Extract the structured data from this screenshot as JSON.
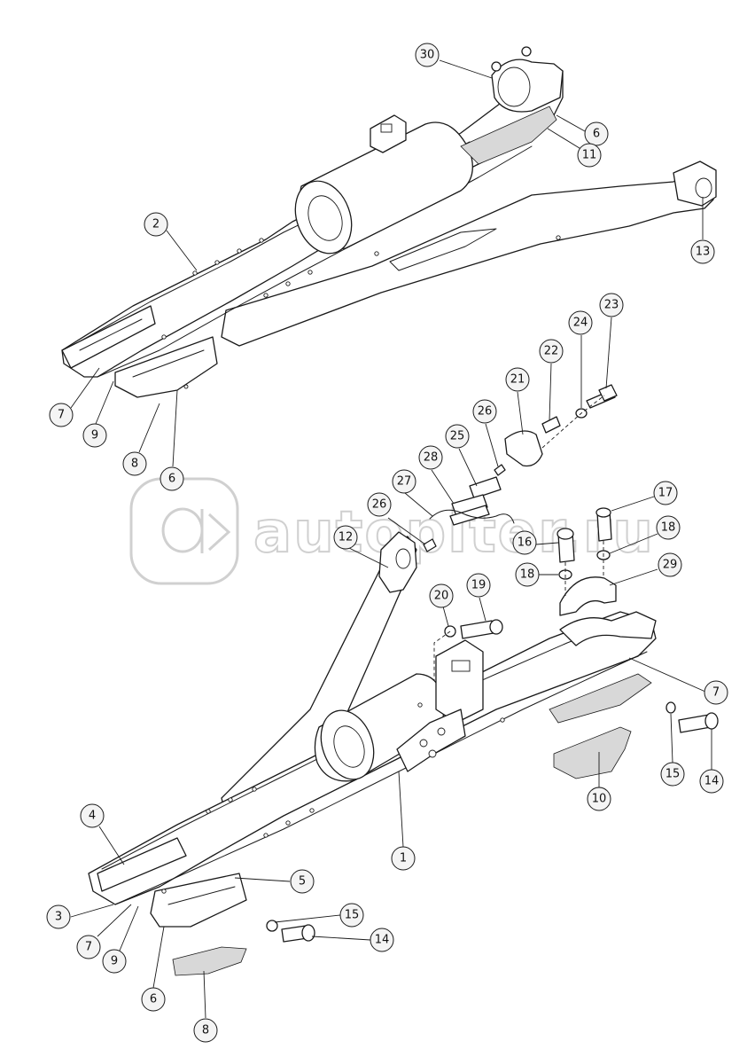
{
  "watermark": {
    "text": "autopiter.ru",
    "logo_mark": "a>"
  },
  "callouts_upper": [
    {
      "id": "30",
      "label": "30"
    },
    {
      "id": "6a",
      "label": "6"
    },
    {
      "id": "11",
      "label": "11"
    },
    {
      "id": "2",
      "label": "2"
    },
    {
      "id": "13",
      "label": "13"
    },
    {
      "id": "7a",
      "label": "7"
    },
    {
      "id": "9a",
      "label": "9"
    },
    {
      "id": "8a",
      "label": "8"
    },
    {
      "id": "6b",
      "label": "6"
    }
  ],
  "callouts_hardware": [
    {
      "id": "23",
      "label": "23"
    },
    {
      "id": "24",
      "label": "24"
    },
    {
      "id": "22",
      "label": "22"
    },
    {
      "id": "21",
      "label": "21"
    },
    {
      "id": "26a",
      "label": "26"
    },
    {
      "id": "25",
      "label": "25"
    },
    {
      "id": "28",
      "label": "28"
    },
    {
      "id": "27",
      "label": "27"
    },
    {
      "id": "26b",
      "label": "26"
    },
    {
      "id": "17",
      "label": "17"
    },
    {
      "id": "16",
      "label": "16"
    },
    {
      "id": "18a",
      "label": "18"
    },
    {
      "id": "18b",
      "label": "18"
    },
    {
      "id": "29",
      "label": "29"
    },
    {
      "id": "12",
      "label": "12"
    },
    {
      "id": "19",
      "label": "19"
    },
    {
      "id": "20",
      "label": "20"
    }
  ],
  "callouts_lower": [
    {
      "id": "7b",
      "label": "7"
    },
    {
      "id": "15a",
      "label": "15"
    },
    {
      "id": "14a",
      "label": "14"
    },
    {
      "id": "10",
      "label": "10"
    },
    {
      "id": "1",
      "label": "1"
    },
    {
      "id": "4",
      "label": "4"
    },
    {
      "id": "5",
      "label": "5"
    },
    {
      "id": "3",
      "label": "3"
    },
    {
      "id": "15b",
      "label": "15"
    },
    {
      "id": "7c",
      "label": "7"
    },
    {
      "id": "9b",
      "label": "9"
    },
    {
      "id": "14b",
      "label": "14"
    },
    {
      "id": "6c",
      "label": "6"
    },
    {
      "id": "8b",
      "label": "8"
    }
  ]
}
